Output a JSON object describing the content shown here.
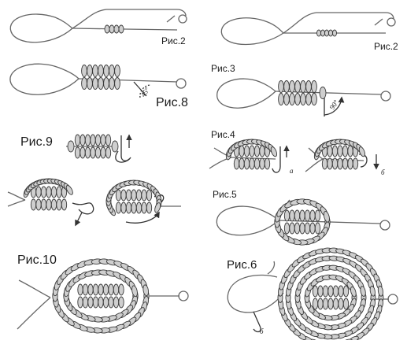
{
  "figures": {
    "fig2_left": {
      "label": "Рис.2"
    },
    "fig2_right": {
      "label": "Рис.2"
    },
    "fig8": {
      "label": "Рис.8",
      "angle": "45°"
    },
    "fig3": {
      "label": "Рис.3",
      "angle": "90°"
    },
    "fig9": {
      "label": "Рис.9"
    },
    "fig4": {
      "label": "Рис.4",
      "step_a": "а",
      "step_b": "б"
    },
    "fig5": {
      "label": "Рис.5"
    },
    "fig10": {
      "label": "Рис.10"
    },
    "fig6": {
      "label": "Рис.6",
      "step_b": "б"
    }
  },
  "colors": {
    "bead_fill": "#cfcfcf",
    "bead_stroke": "#3a3a3a",
    "wire": "#666666"
  }
}
